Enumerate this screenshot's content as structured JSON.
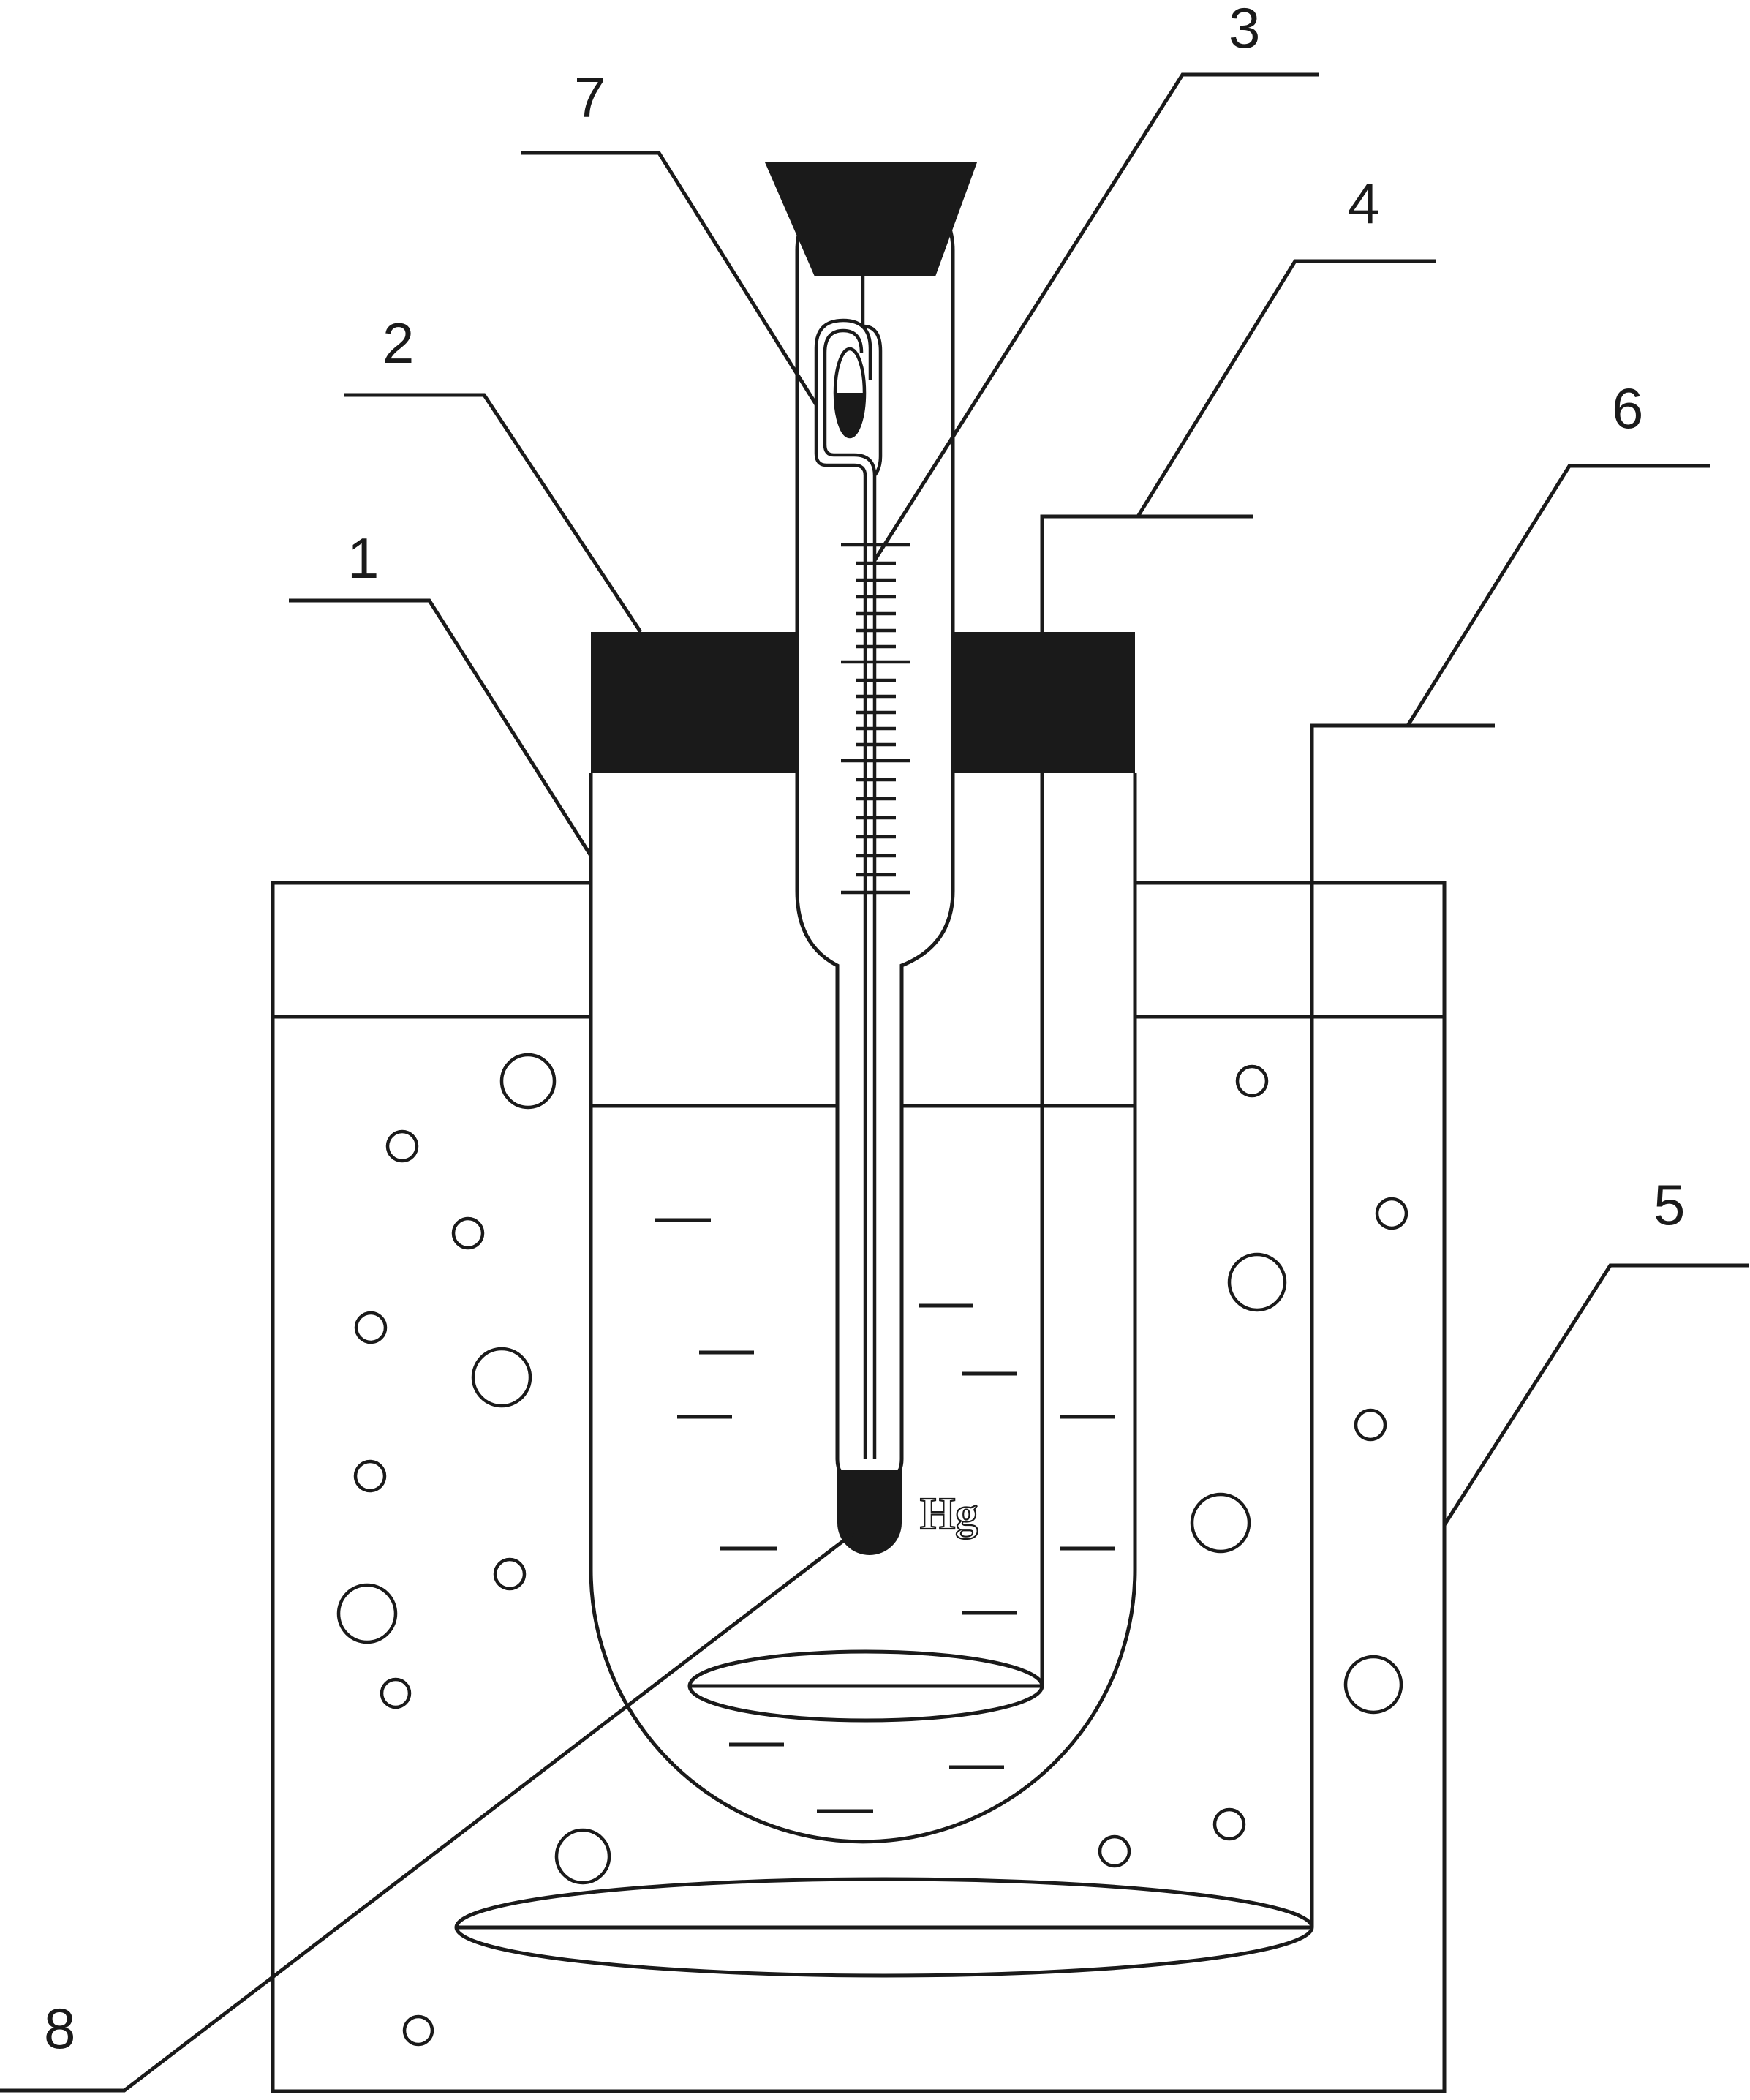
{
  "labels": {
    "1": "1",
    "2": "2",
    "3": "3",
    "4": "4",
    "5": "5",
    "6": "6",
    "7": "7",
    "8": "8"
  },
  "hg_text": "Hg",
  "colors": {
    "ink": "#1a1a1a",
    "background": "#ffffff"
  }
}
